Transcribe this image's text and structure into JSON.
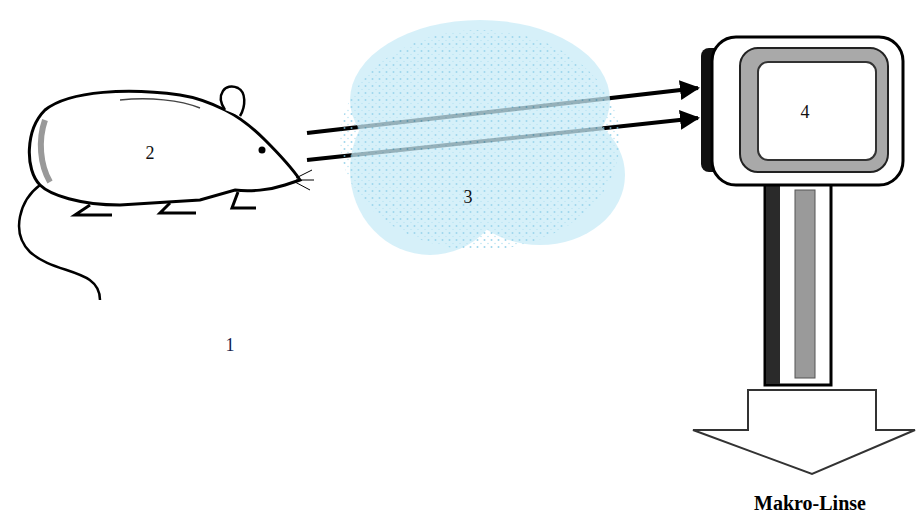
{
  "diagram": {
    "nodes": [
      {
        "text": [
          "2"
        ]
      },
      {
        "text": [
          "3"
        ]
      },
      {
        "text": [
          "4"
        ]
      }
    ],
    "edges": [
      {
        "from": 0,
        "to": 2,
        "arrow": "to"
      },
      {
        "from": 0,
        "to": 2,
        "arrow": "to"
      }
    ],
    "labels": [
      "1",
      "Makro-Linse"
    ]
  }
}
